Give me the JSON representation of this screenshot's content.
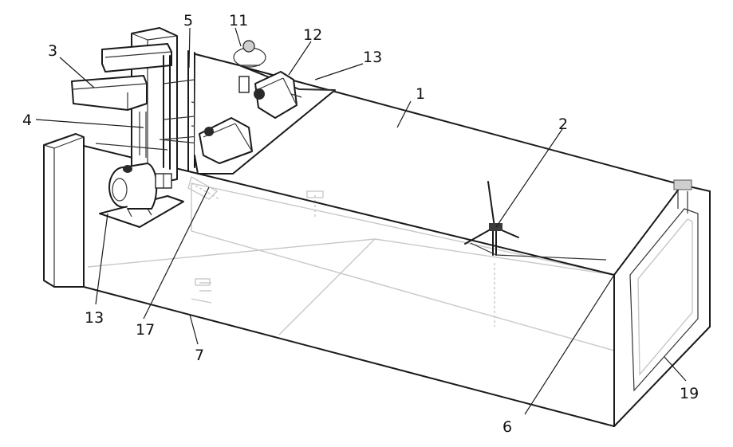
{
  "labels": {
    "l1": "1",
    "l2": "2",
    "l3": "3",
    "l4": "4",
    "l5": "5",
    "l6": "6",
    "l7": "7",
    "l11": "11",
    "l12": "12",
    "l13a": "13",
    "l13b": "13",
    "l17": "17",
    "l19": "19"
  }
}
